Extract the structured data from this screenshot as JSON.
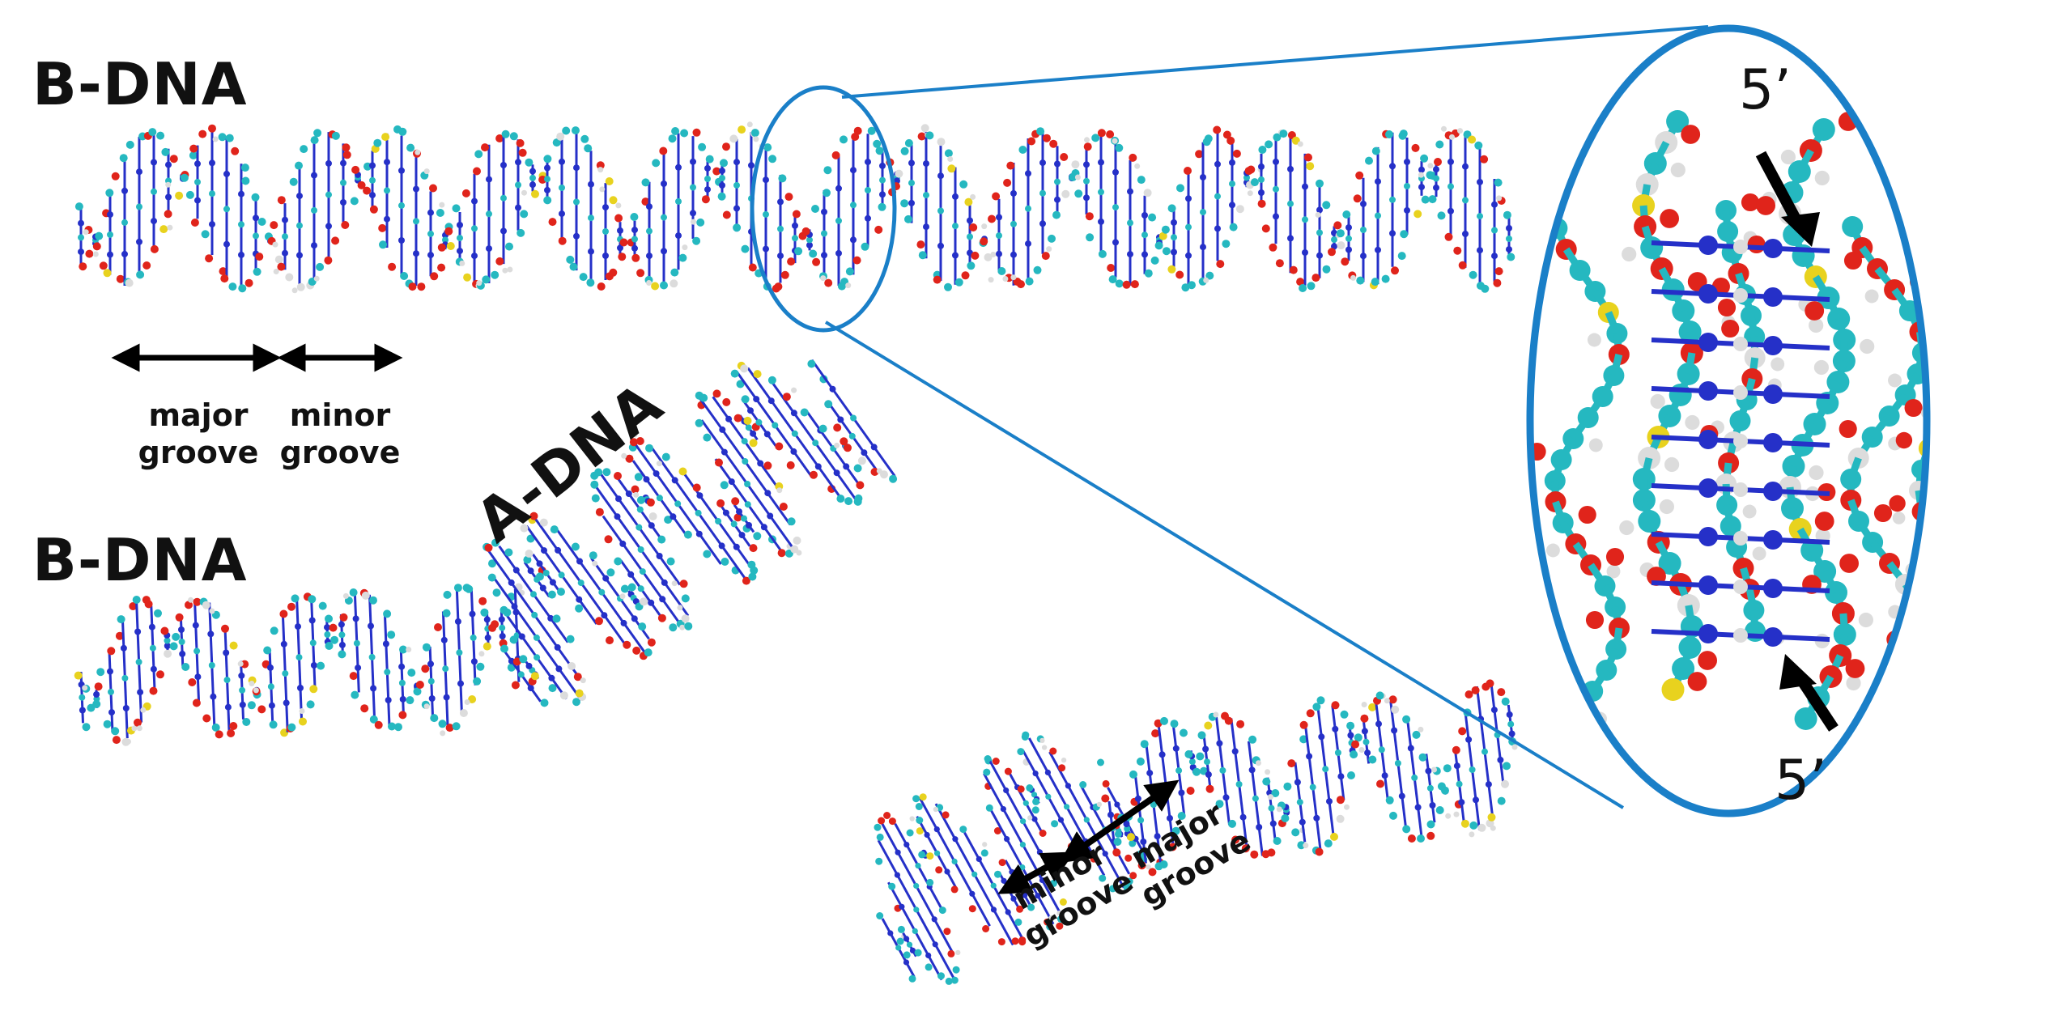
{
  "labels": {
    "bdna_top": "B-DNA",
    "bdna_bottom": "B-DNA",
    "adna": "A-DNA",
    "major_groove_line1": "major",
    "major_groove_line2": "groove",
    "minor_groove_line1": "minor",
    "minor_groove_line2": "groove",
    "five_prime_top": "5’",
    "five_prime_bottom": "5’"
  },
  "colors": {
    "carbon": "#25b8c0",
    "oxygen": "#e0241b",
    "nitrogen": "#2530c8",
    "phosphorus": "#e8d21e",
    "hydrogen": "#dcdcdc",
    "callout": "#1a7fc8",
    "arrow": "#000000"
  }
}
